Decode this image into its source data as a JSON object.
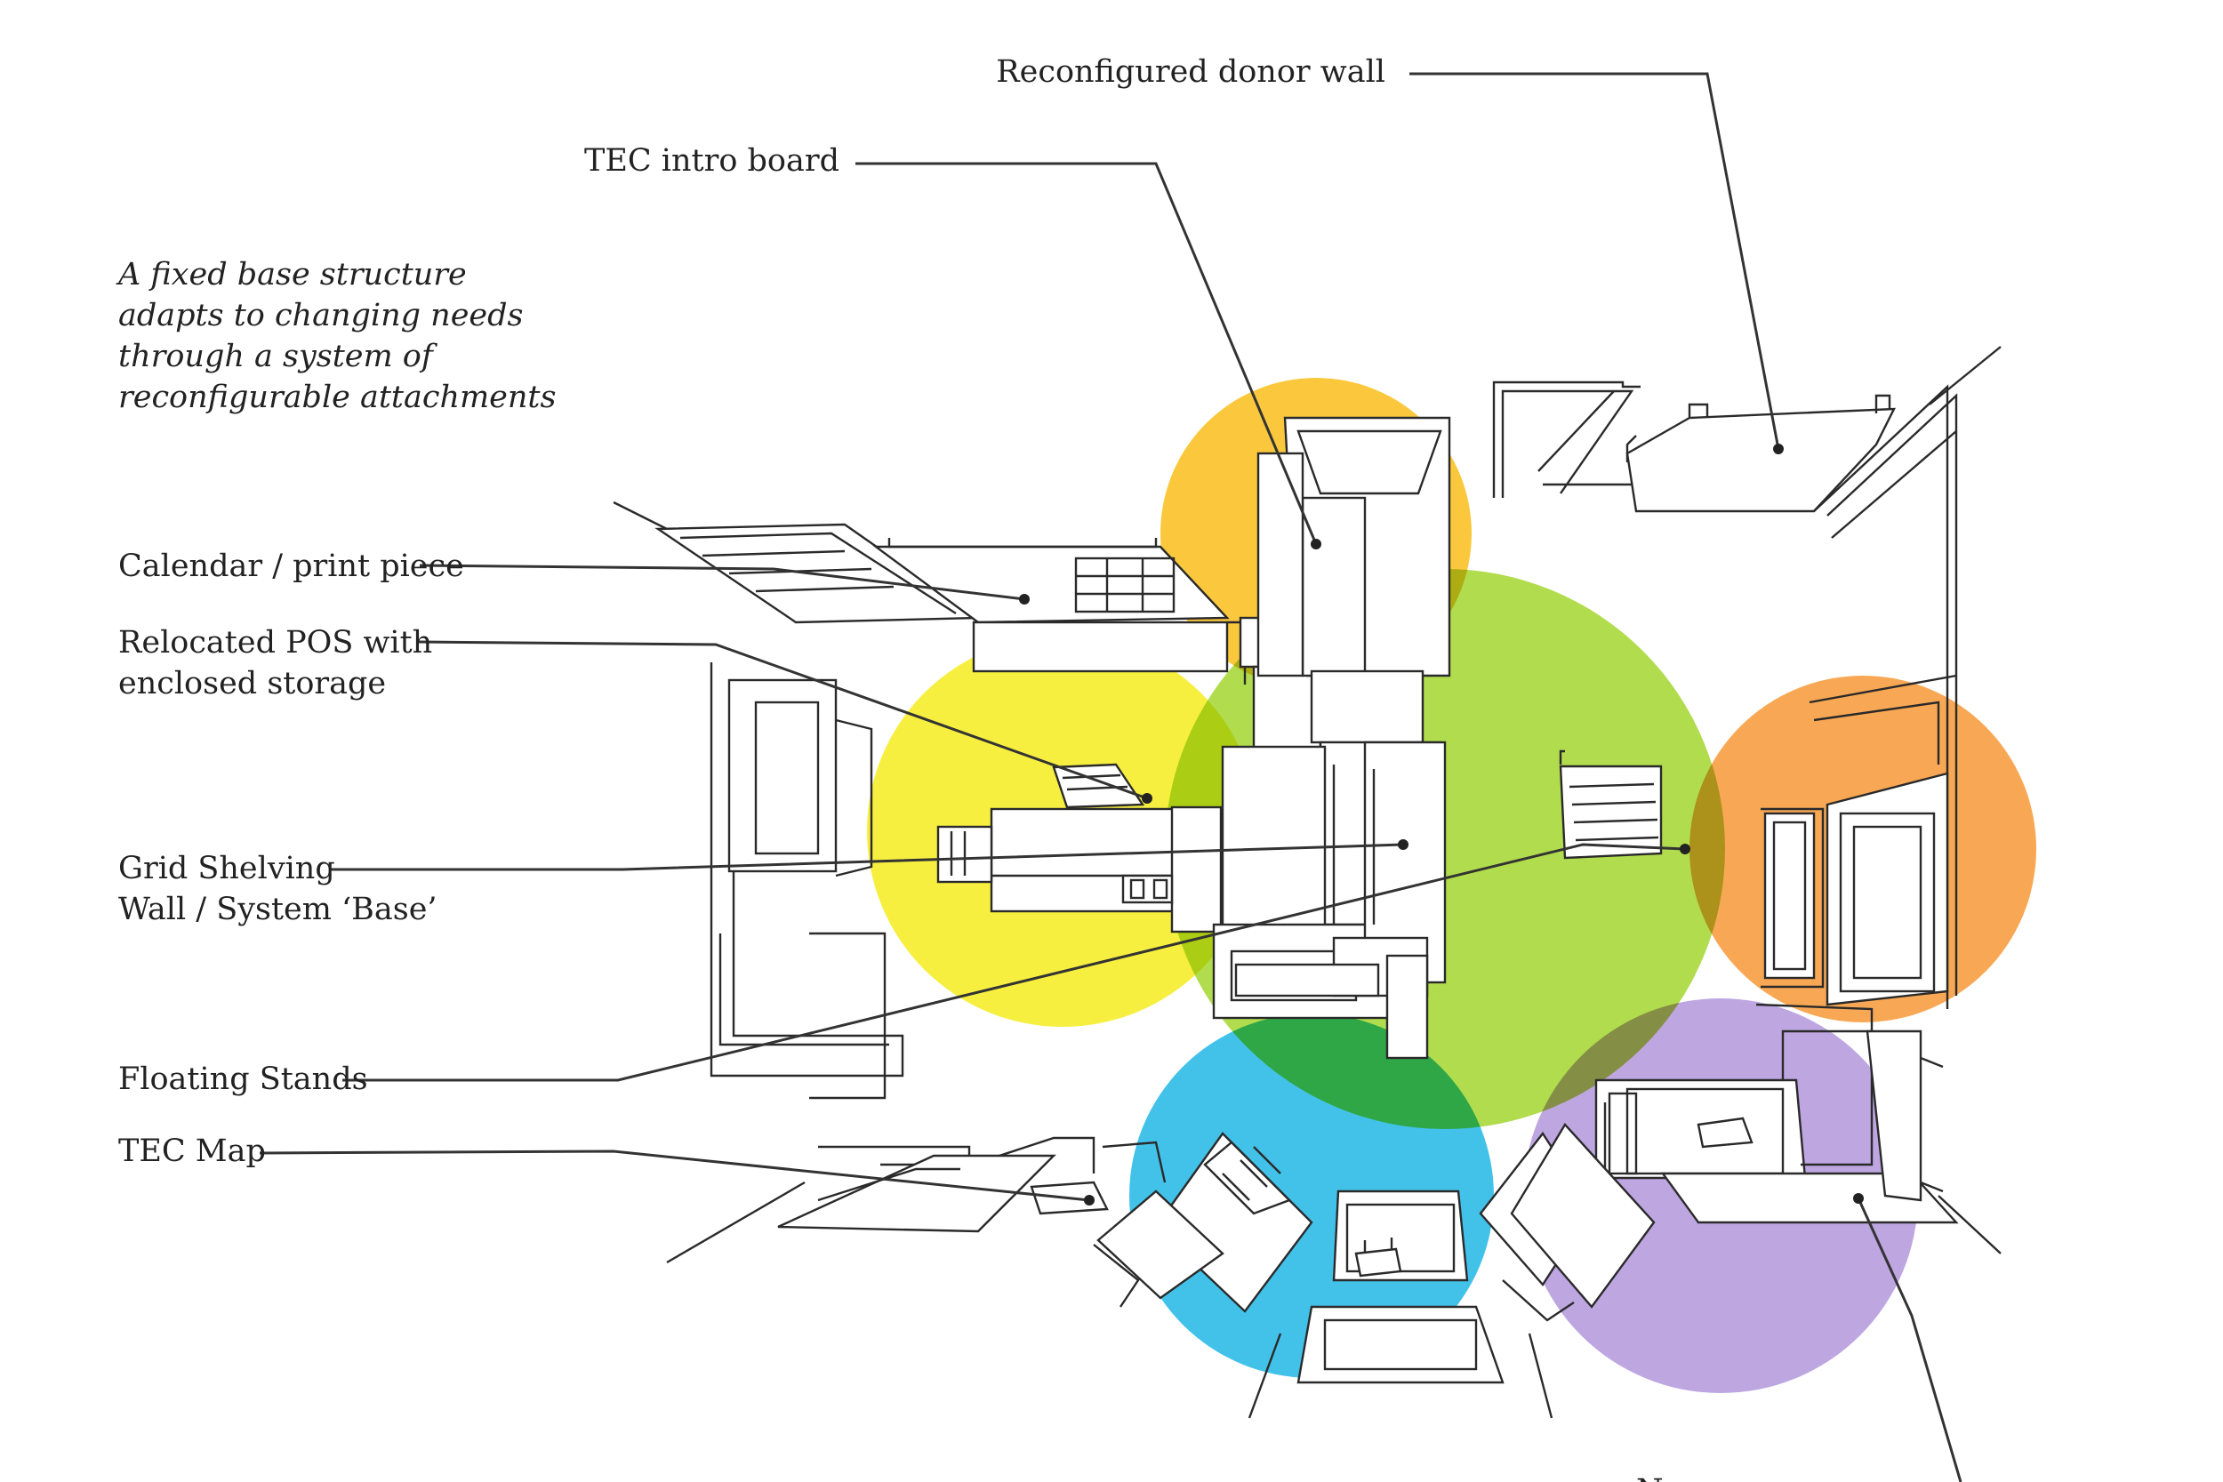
{
  "caption": [
    "A fixed base structure",
    "adapts to changing needs",
    "through a system of",
    "reconfigurable attachments"
  ],
  "labels": {
    "donor_wall": "Reconfigured donor wall",
    "intro_board": "TEC intro board",
    "calendar": "Calendar / print piece",
    "pos_line1": "Relocated POS with",
    "pos_line2": "enclosed storage",
    "grid_line1": "Grid Shelving",
    "grid_line2": "Wall / System ‘Base’",
    "floating": "Floating Stands",
    "map": "TEC Map",
    "bottom_cut": "N"
  },
  "zones": {
    "orange_top": "#FBBF1B",
    "yellow": "#F6EC1E",
    "green": "#9ED321",
    "orange_right": "#F7952E",
    "blue": "#22B8E6",
    "purple": "#B396DC"
  },
  "line_color": "#2a2a2a",
  "icons": [
    "leader-dot"
  ]
}
